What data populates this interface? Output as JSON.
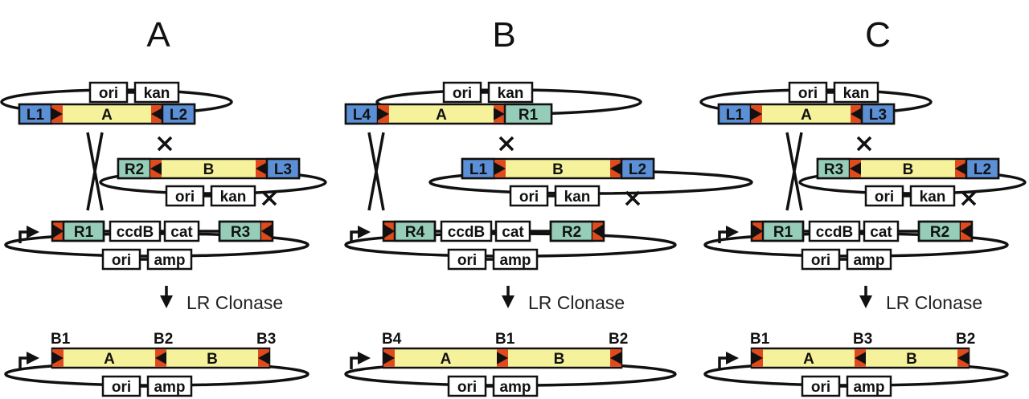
{
  "colors": {
    "L_site": "#5b8fd6",
    "R_site": "#96cdb9",
    "gene": "#f6f29c",
    "att_red": "#e04a1c",
    "att_black": "#111111",
    "marker_box": "#ffffff",
    "line": "#111111"
  },
  "panels": [
    {
      "title": "A",
      "entry1": {
        "left": "L1",
        "gene": "A",
        "right": "L2",
        "left_site": "L",
        "right_site": "L",
        "left_dir": "right",
        "right_dir": "left",
        "markers": [
          "ori",
          "kan"
        ]
      },
      "entry2": {
        "left": "R2",
        "gene": "B",
        "right": "L3",
        "left_site": "R",
        "right_site": "L",
        "left_dir": "left",
        "right_dir": "left",
        "markers": [
          "ori",
          "kan"
        ]
      },
      "dest": {
        "left": "R1",
        "middle": [
          "ccdB",
          "cat"
        ],
        "right": "R3",
        "left_dir": "right",
        "right_dir": "left",
        "markers": [
          "ori",
          "amp"
        ]
      },
      "step": "LR Clonase",
      "product": {
        "sites": [
          "B1",
          "B2",
          "B3"
        ],
        "genes": [
          "A",
          "B"
        ],
        "site_dirs": [
          "right",
          "left",
          "left"
        ],
        "markers": [
          "ori",
          "amp"
        ]
      }
    },
    {
      "title": "B",
      "entry1": {
        "left": "L4",
        "gene": "A",
        "right": "R1",
        "left_site": "L",
        "right_site": "R",
        "left_dir": "right",
        "right_dir": "right",
        "markers": [
          "ori",
          "kan"
        ]
      },
      "entry2": {
        "left": "L1",
        "gene": "B",
        "right": "L2",
        "left_site": "L",
        "right_site": "L",
        "left_dir": "right",
        "right_dir": "left",
        "markers": [
          "ori",
          "kan"
        ]
      },
      "dest": {
        "left": "R4",
        "middle": [
          "ccdB",
          "cat"
        ],
        "right": "R2",
        "left_dir": "right",
        "right_dir": "left",
        "markers": [
          "ori",
          "amp"
        ]
      },
      "step": "LR Clonase",
      "product": {
        "sites": [
          "B4",
          "B1",
          "B2"
        ],
        "genes": [
          "A",
          "B"
        ],
        "site_dirs": [
          "right",
          "right",
          "left"
        ],
        "markers": [
          "ori",
          "amp"
        ]
      }
    },
    {
      "title": "C",
      "entry1": {
        "left": "L1",
        "gene": "A",
        "right": "L3",
        "left_site": "L",
        "right_site": "L",
        "left_dir": "right",
        "right_dir": "left",
        "markers": [
          "ori",
          "kan"
        ]
      },
      "entry2": {
        "left": "R3",
        "gene": "B",
        "right": "L2",
        "left_site": "R",
        "right_site": "L",
        "left_dir": "left",
        "right_dir": "left",
        "markers": [
          "ori",
          "kan"
        ]
      },
      "dest": {
        "left": "R1",
        "middle": [
          "ccdB",
          "cat"
        ],
        "right": "R2",
        "left_dir": "right",
        "right_dir": "left",
        "markers": [
          "ori",
          "amp"
        ]
      },
      "step": "LR Clonase",
      "product": {
        "sites": [
          "B1",
          "B3",
          "B2"
        ],
        "genes": [
          "A",
          "B"
        ],
        "site_dirs": [
          "right",
          "left",
          "left"
        ],
        "markers": [
          "ori",
          "amp"
        ]
      }
    }
  ]
}
